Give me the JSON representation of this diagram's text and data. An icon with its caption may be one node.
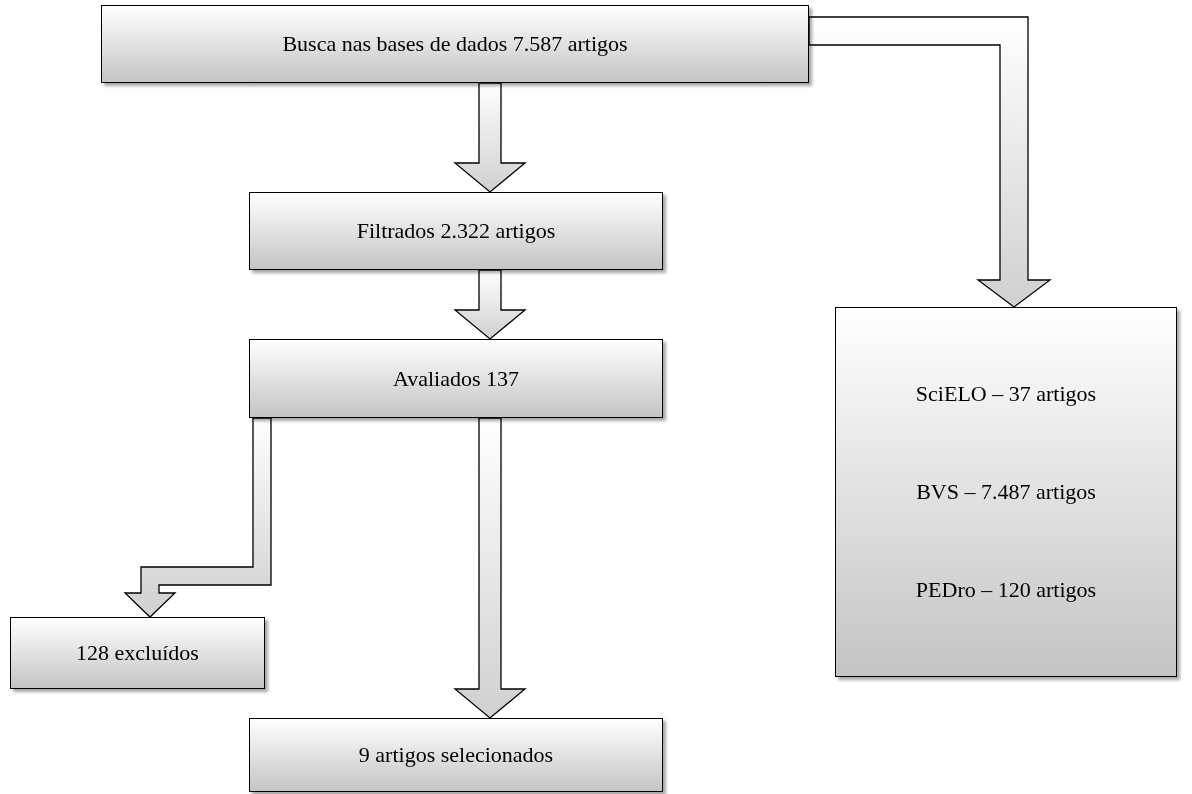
{
  "diagram": {
    "nodes": [
      {
        "text": [
          "Busca nas bases de dados 7.587 artigos"
        ]
      },
      {
        "text": [
          "Filtrados 2.322 artigos"
        ]
      },
      {
        "text": [
          "Avaliados 137"
        ]
      },
      {
        "text": [
          "128 excluídos"
        ]
      },
      {
        "text": [
          "9 artigos selecionados"
        ]
      },
      {
        "text": [
          "SciELO – 37 artigos",
          "BVS – 7.487 artigos",
          "PEDro – 120 artigos"
        ]
      }
    ],
    "edges": [
      {
        "from": 0,
        "to": 1,
        "arrow": "to"
      },
      {
        "from": 0,
        "to": 5,
        "arrow": "to"
      },
      {
        "from": 1,
        "to": 2,
        "arrow": "to"
      },
      {
        "from": 2,
        "to": 3,
        "arrow": "to"
      },
      {
        "from": 2,
        "to": 4,
        "arrow": "to"
      }
    ]
  }
}
